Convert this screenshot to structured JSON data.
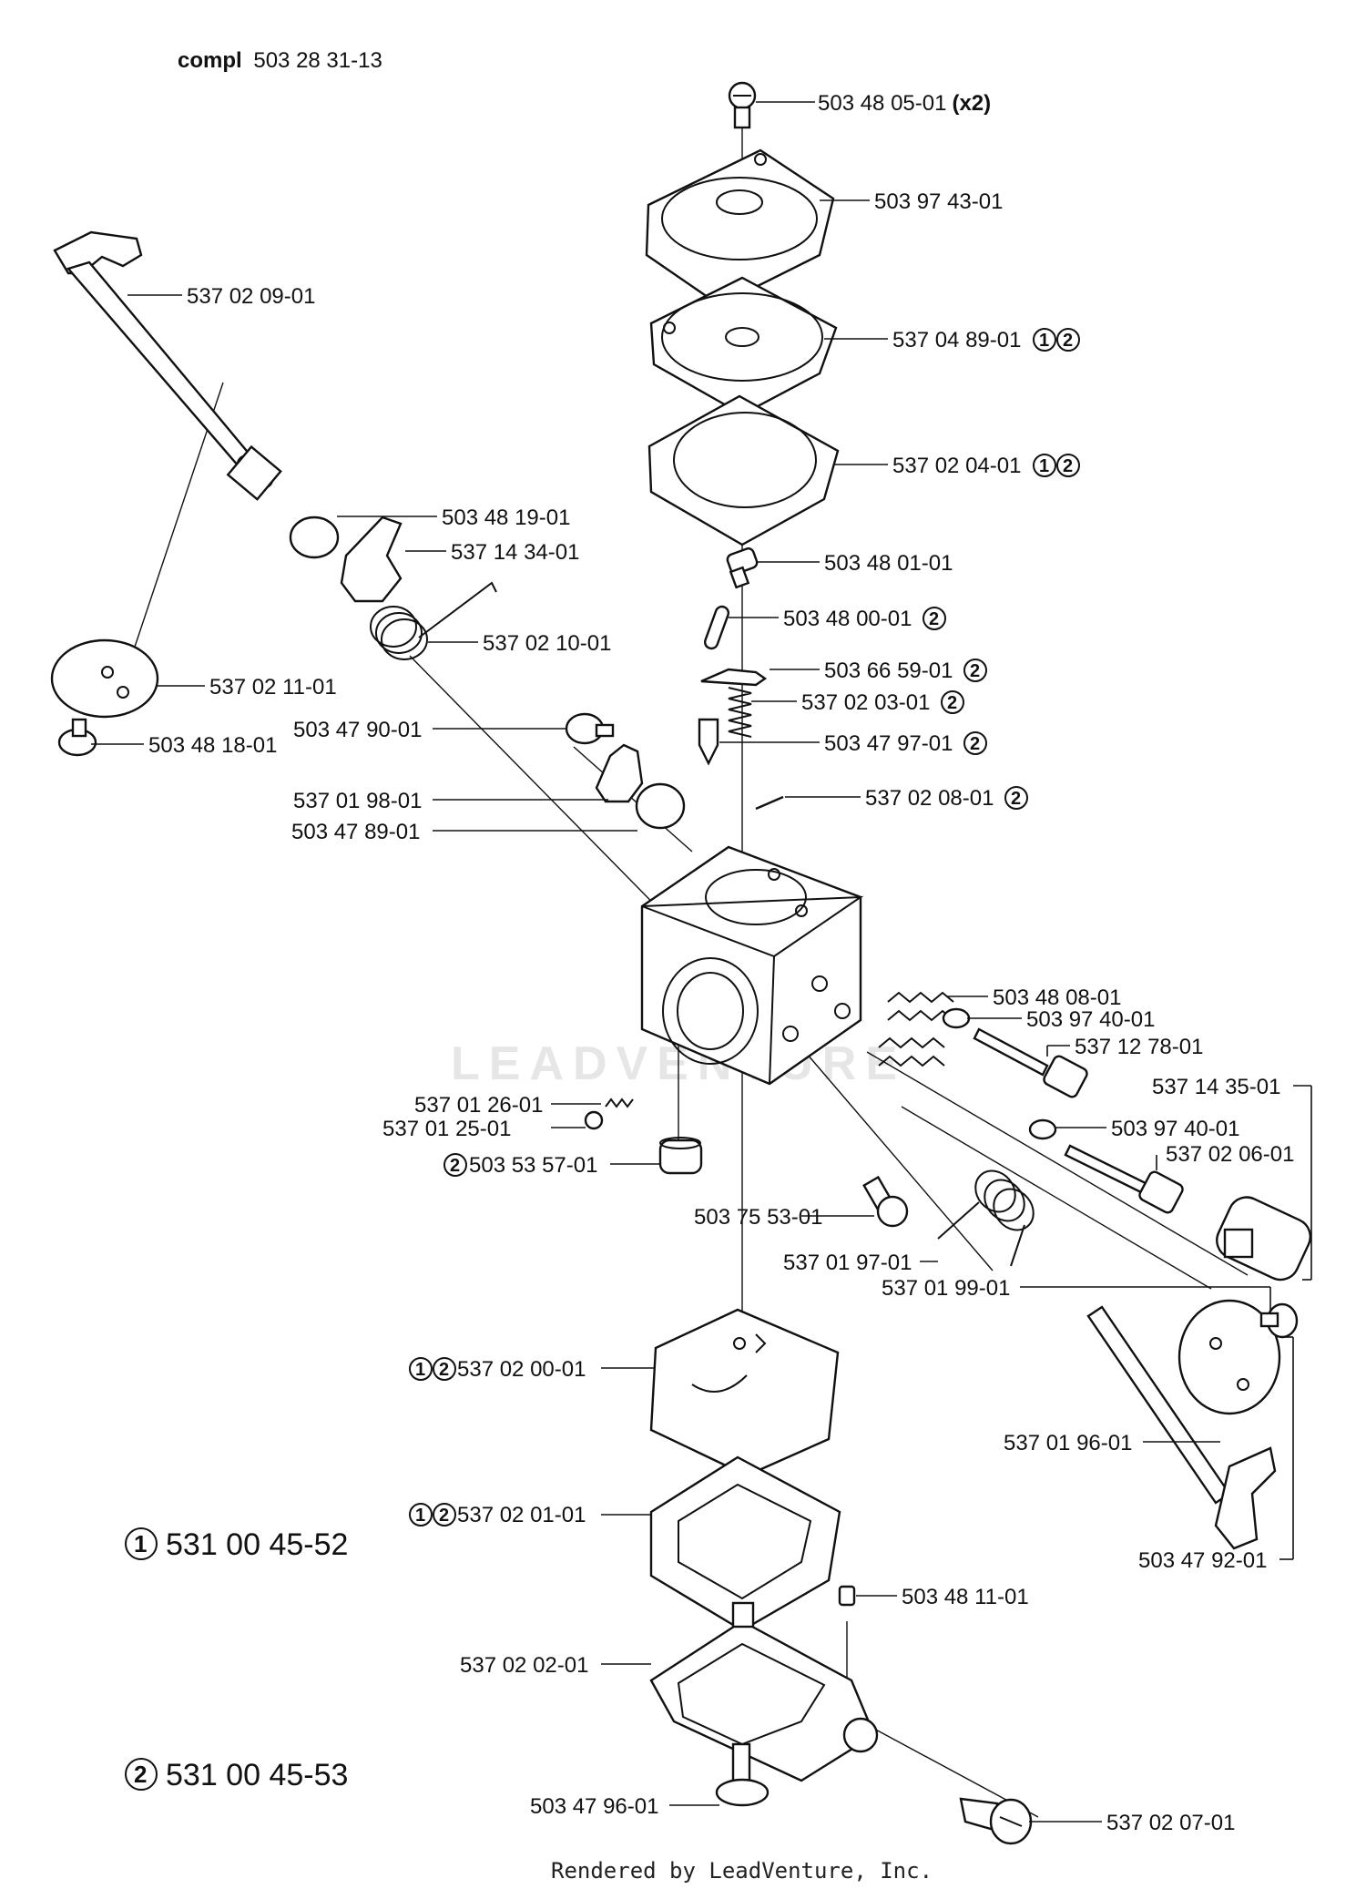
{
  "header": {
    "compl_word": "compl",
    "compl_number": "503 28 31-13"
  },
  "watermark": "LEADVENTURE",
  "footer": "Rendered by LeadVenture, Inc.",
  "kits": [
    {
      "marker": "1",
      "number": "531 00 45-52"
    },
    {
      "marker": "2",
      "number": "531 00 45-53"
    }
  ],
  "parts": [
    {
      "id": "p01",
      "number": "503 48 05-01",
      "suffix": "(x2)",
      "markers": []
    },
    {
      "id": "p02",
      "number": "503 97 43-01",
      "suffix": "",
      "markers": []
    },
    {
      "id": "p03",
      "number": "537 02 09-01",
      "suffix": "",
      "markers": []
    },
    {
      "id": "p04",
      "number": "537 04 89-01",
      "suffix": "",
      "markers": [
        "1",
        "2"
      ]
    },
    {
      "id": "p05",
      "number": "537 02 04-01",
      "suffix": "",
      "markers": [
        "1",
        "2"
      ]
    },
    {
      "id": "p06",
      "number": "503 48 19-01",
      "suffix": "",
      "markers": []
    },
    {
      "id": "p07",
      "number": "537 14 34-01",
      "suffix": "",
      "markers": []
    },
    {
      "id": "p08",
      "number": "503 48 01-01",
      "suffix": "",
      "markers": []
    },
    {
      "id": "p09",
      "number": "503 48 00-01",
      "suffix": "",
      "markers": [
        "2"
      ]
    },
    {
      "id": "p10",
      "number": "537 02 10-01",
      "suffix": "",
      "markers": []
    },
    {
      "id": "p11",
      "number": "503 66 59-01",
      "suffix": "",
      "markers": [
        "2"
      ]
    },
    {
      "id": "p12",
      "number": "537 02 11-01",
      "suffix": "",
      "markers": []
    },
    {
      "id": "p13",
      "number": "537 02 03-01",
      "suffix": "",
      "markers": [
        "2"
      ]
    },
    {
      "id": "p14",
      "number": "503 47 90-01",
      "suffix": "",
      "markers": []
    },
    {
      "id": "p15",
      "number": "503 47 97-01",
      "suffix": "",
      "markers": [
        "2"
      ]
    },
    {
      "id": "p16",
      "number": "503 48 18-01",
      "suffix": "",
      "markers": []
    },
    {
      "id": "p17",
      "number": "537 01 98-01",
      "suffix": "",
      "markers": []
    },
    {
      "id": "p18",
      "number": "537 02 08-01",
      "suffix": "",
      "markers": [
        "2"
      ]
    },
    {
      "id": "p19",
      "number": "503 47 89-01",
      "suffix": "",
      "markers": []
    },
    {
      "id": "p20",
      "number": "503 48 08-01",
      "suffix": "",
      "markers": []
    },
    {
      "id": "p21",
      "number": "503 97 40-01",
      "suffix": "",
      "markers": []
    },
    {
      "id": "p22",
      "number": "537 12 78-01",
      "suffix": "",
      "markers": []
    },
    {
      "id": "p23",
      "number": "537 14 35-01",
      "suffix": "",
      "markers": []
    },
    {
      "id": "p24",
      "number": "537 01 26-01",
      "suffix": "",
      "markers": []
    },
    {
      "id": "p25",
      "number": "503 97 40-01",
      "suffix": "",
      "markers": []
    },
    {
      "id": "p26",
      "number": "537 01 25-01",
      "suffix": "",
      "markers": []
    },
    {
      "id": "p27",
      "number": "537 02 06-01",
      "suffix": "",
      "markers": []
    },
    {
      "id": "p28",
      "number": "503 53 57-01",
      "suffix": "",
      "markers": [
        "2"
      ]
    },
    {
      "id": "p29",
      "number": "503 75 53-01",
      "suffix": "",
      "markers": []
    },
    {
      "id": "p30",
      "number": "537 01 97-01",
      "suffix": "",
      "markers": []
    },
    {
      "id": "p31",
      "number": "537 01 99-01",
      "suffix": "",
      "markers": []
    },
    {
      "id": "p32",
      "number": "537 02 00-01",
      "suffix": "",
      "markers": [
        "1",
        "2"
      ]
    },
    {
      "id": "p33",
      "number": "537 01 96-01",
      "suffix": "",
      "markers": []
    },
    {
      "id": "p34",
      "number": "537 02 01-01",
      "suffix": "",
      "markers": [
        "1",
        "2"
      ]
    },
    {
      "id": "p35",
      "number": "503 47 92-01",
      "suffix": "",
      "markers": []
    },
    {
      "id": "p36",
      "number": "503 48 11-01",
      "suffix": "",
      "markers": []
    },
    {
      "id": "p37",
      "number": "537 02 02-01",
      "suffix": "",
      "markers": []
    },
    {
      "id": "p38",
      "number": "503 47 96-01",
      "suffix": "",
      "markers": []
    },
    {
      "id": "p39",
      "number": "537 02 07-01",
      "suffix": "",
      "markers": []
    }
  ]
}
